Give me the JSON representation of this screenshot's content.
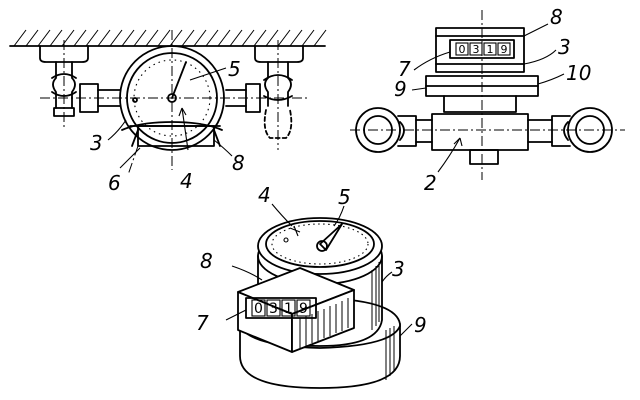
{
  "figures": {
    "front_view": {
      "labels": [
        "5",
        "3",
        "6",
        "4",
        "8"
      ]
    },
    "side_view": {
      "labels": [
        "8",
        "7",
        "3",
        "9",
        "10",
        "2"
      ],
      "counter_digits": [
        "0",
        "3",
        "1",
        "9"
      ]
    },
    "perspective_view": {
      "labels": [
        "4",
        "5",
        "8",
        "3",
        "7",
        "9"
      ],
      "counter_digits": [
        "0",
        "3",
        "1",
        "9"
      ]
    }
  }
}
